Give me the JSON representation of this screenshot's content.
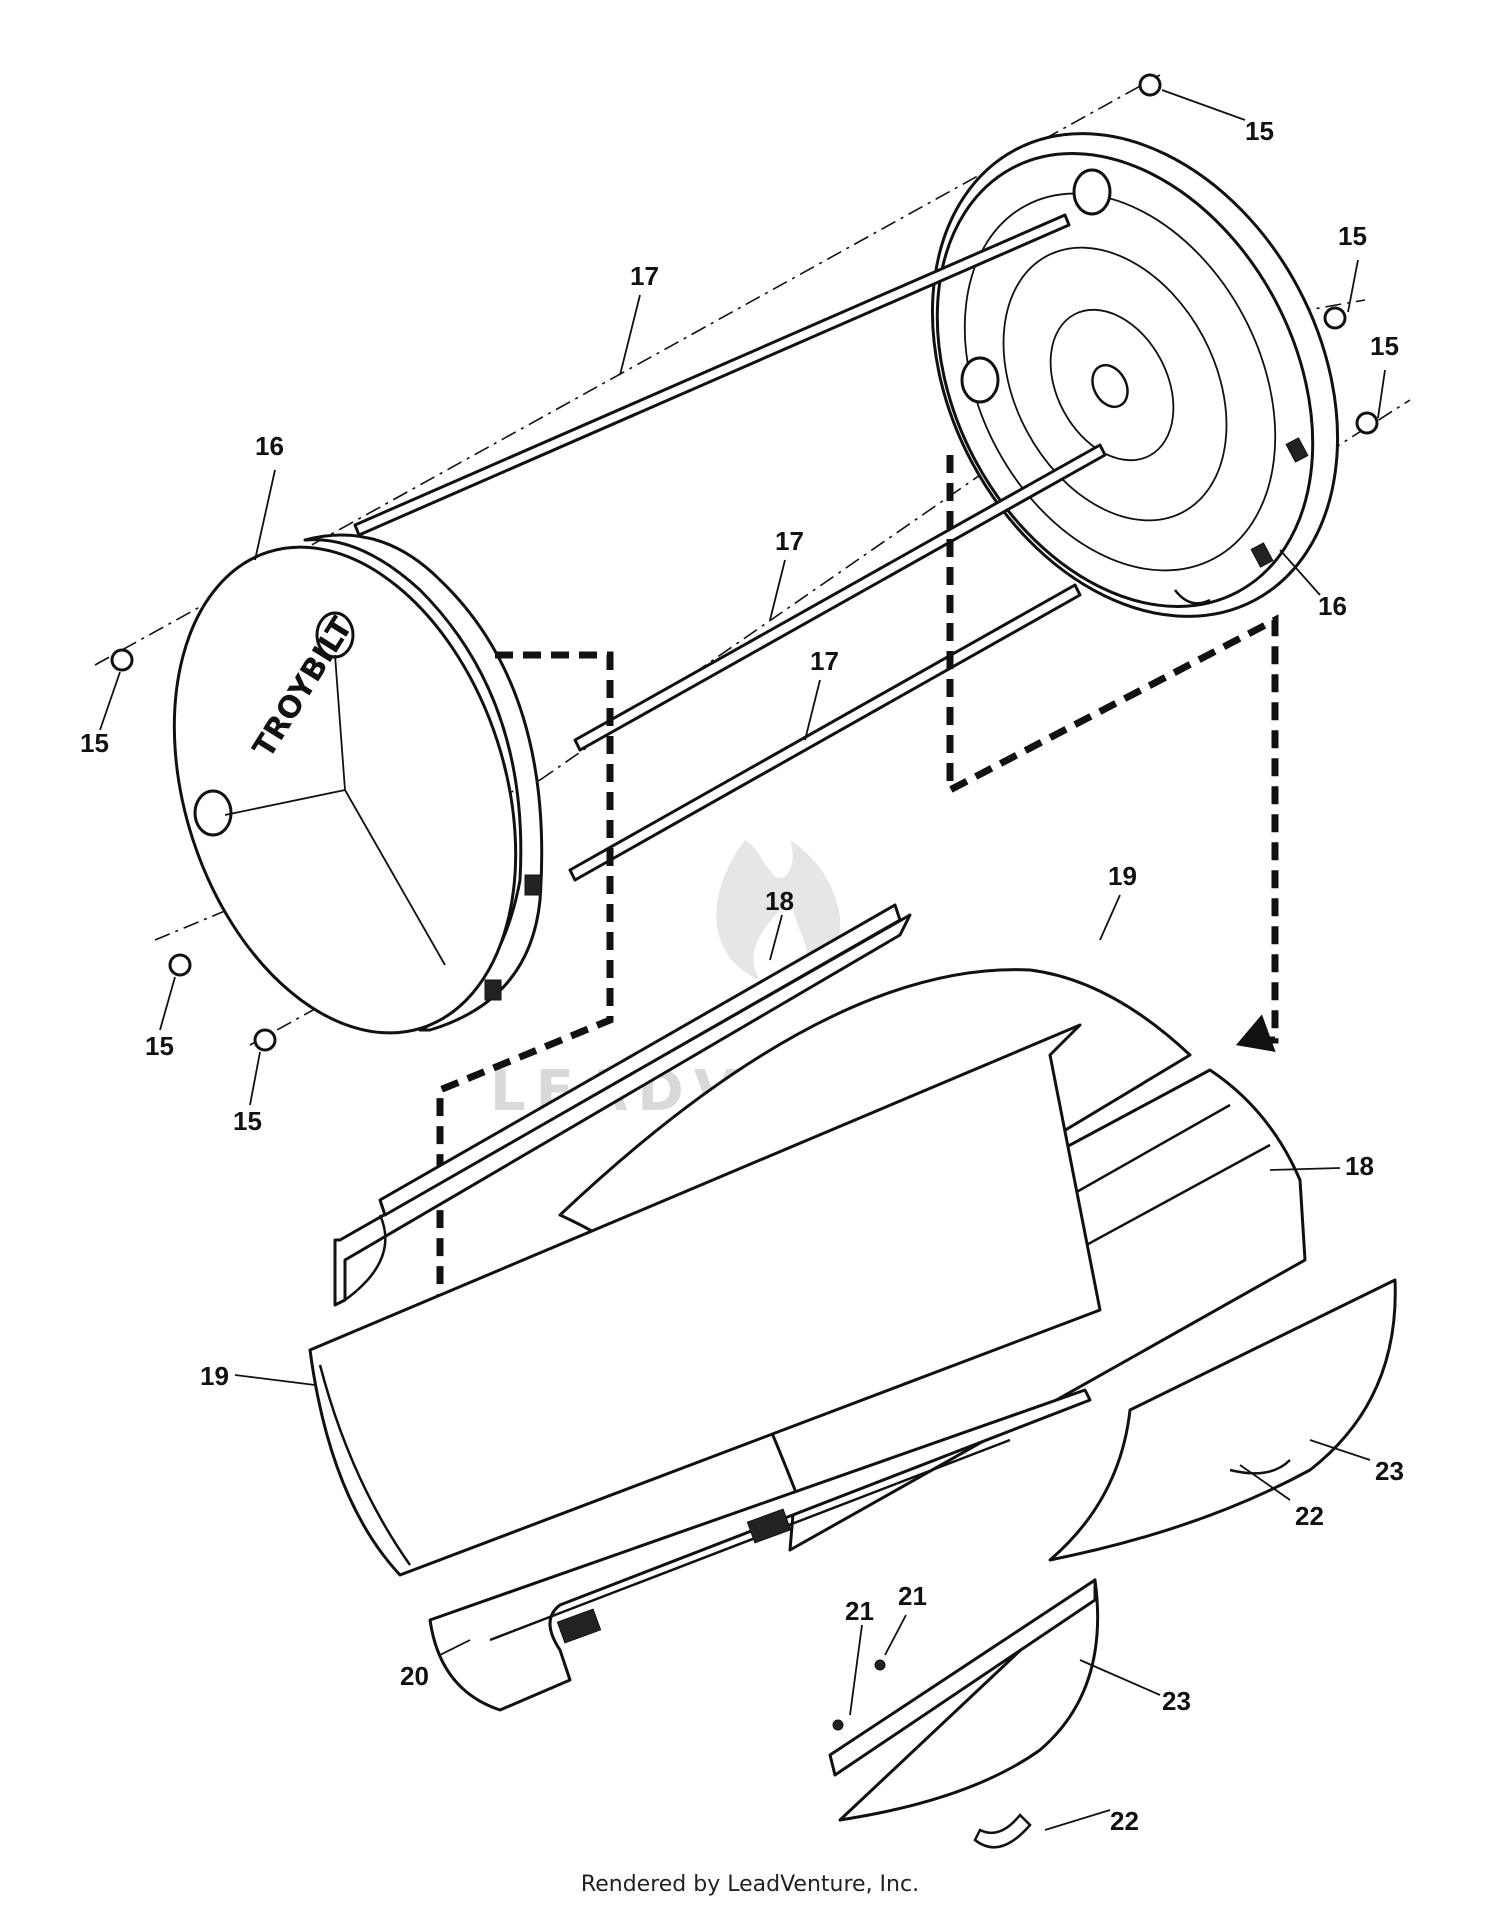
{
  "callouts": [
    {
      "id": "c15a",
      "label": "15"
    },
    {
      "id": "c15b",
      "label": "15"
    },
    {
      "id": "c15c",
      "label": "15"
    },
    {
      "id": "c15d",
      "label": "15"
    },
    {
      "id": "c15e",
      "label": "15"
    },
    {
      "id": "c15f",
      "label": "15"
    },
    {
      "id": "c16a",
      "label": "16"
    },
    {
      "id": "c16b",
      "label": "16"
    },
    {
      "id": "c17a",
      "label": "17"
    },
    {
      "id": "c17b",
      "label": "17"
    },
    {
      "id": "c17c",
      "label": "17"
    },
    {
      "id": "c18a",
      "label": "18"
    },
    {
      "id": "c18b",
      "label": "18"
    },
    {
      "id": "c19a",
      "label": "19"
    },
    {
      "id": "c19b",
      "label": "19"
    },
    {
      "id": "c20",
      "label": "20"
    },
    {
      "id": "c21a",
      "label": "21"
    },
    {
      "id": "c21b",
      "label": "21"
    },
    {
      "id": "c22a",
      "label": "22"
    },
    {
      "id": "c22b",
      "label": "22"
    },
    {
      "id": "c23a",
      "label": "23"
    },
    {
      "id": "c23b",
      "label": "23"
    }
  ],
  "brand_logo": "TROYBILT",
  "watermark": "LEADVENTURE",
  "footer": "Rendered by LeadVenture, Inc."
}
